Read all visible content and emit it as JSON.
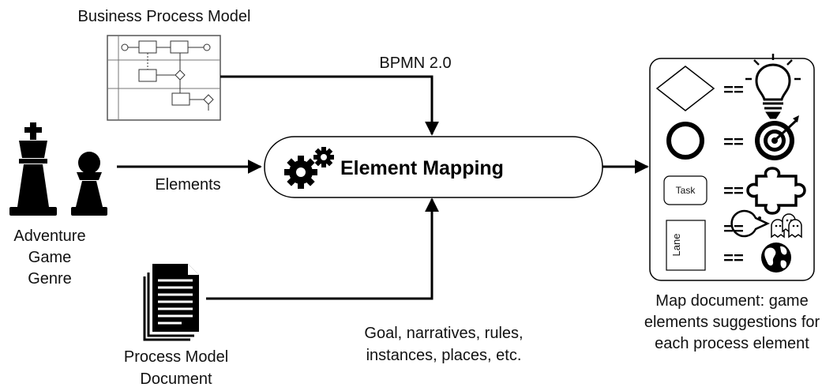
{
  "labels": {
    "bpm_title": "Business Process Model",
    "bpmn": "BPMN 2.0",
    "elements": "Elements",
    "element_mapping": "Element Mapping",
    "adventure_line1": "Adventure",
    "adventure_line2": "Game",
    "adventure_line3": "Genre",
    "pmd_line1": "Process Model",
    "pmd_line2": "Document",
    "goal_line1": "Goal, narratives, rules,",
    "goal_line2": "instances, places, etc.",
    "map_line1": "Map document: game",
    "map_line2": "elements suggestions for",
    "map_line3": "each process element"
  },
  "mapping": {
    "equals": "==",
    "task": "Task",
    "lane": "Lane"
  },
  "icons": {
    "chess": "chess-king-and-pawn-icon",
    "document": "document-stack-icon",
    "gears": "gears-icon",
    "bulb": "lightbulb-icon",
    "target": "target-icon",
    "puzzle": "puzzle-piece-icon",
    "pacman": "pacman-ghosts-icon",
    "globe": "globe-icon"
  }
}
